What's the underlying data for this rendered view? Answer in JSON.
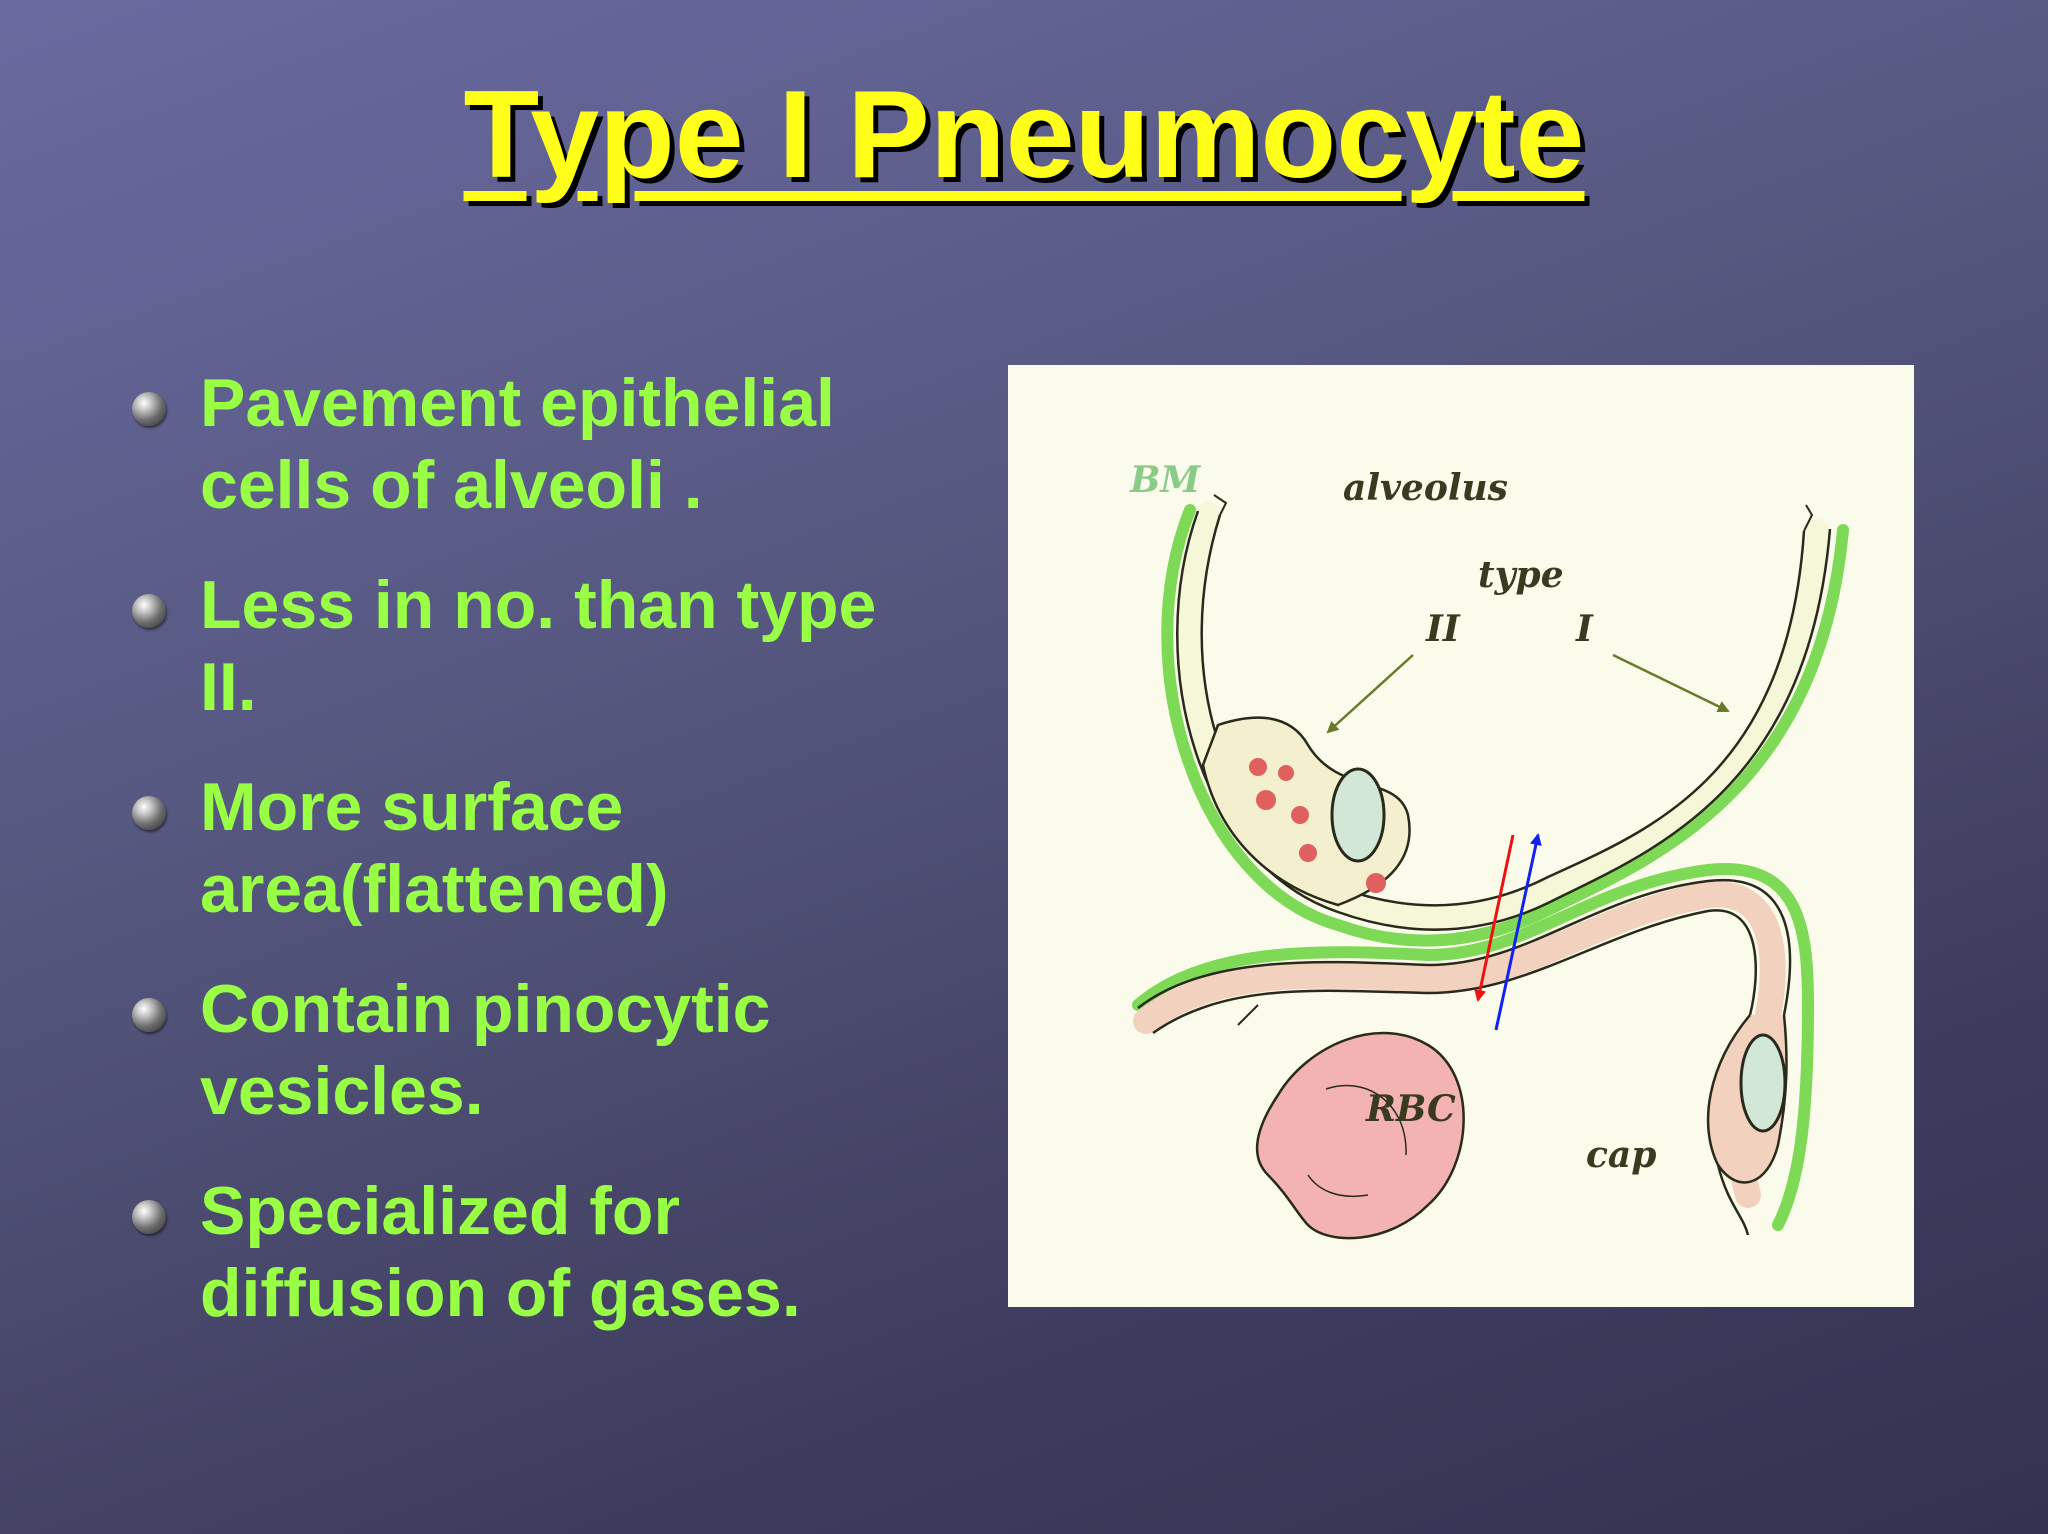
{
  "title": "Type I Pneumocyte",
  "bullets": [
    "Pavement epithelial cells of alveoli .",
    "Less in no. than type II.",
    "More surface area(flattened)",
    "Contain pinocytic vesicles.",
    "Specialized for diffusion of gases."
  ],
  "diagram": {
    "labels": {
      "bm": "BM",
      "alveolus": "alveolus",
      "type": "type",
      "type2": "II",
      "type1": "I",
      "rbc": "RBC",
      "cap": "cap"
    },
    "colors": {
      "background": "#fbfbeb",
      "basement_membrane": "#7ed957",
      "epithelium": "#f6f6d8",
      "endothelium": "#f2d2bf",
      "rbc": "#f4b3b3",
      "nucleus": "#d3e7d7",
      "granules": "#e06060",
      "arrow_in": "#ee1111",
      "arrow_out": "#1122ee",
      "label_dark": "#3a3a20",
      "label_bm": "#8acb8a"
    }
  },
  "theme": {
    "title_color": "#ffff1a",
    "bullet_color": "#99ff44"
  }
}
